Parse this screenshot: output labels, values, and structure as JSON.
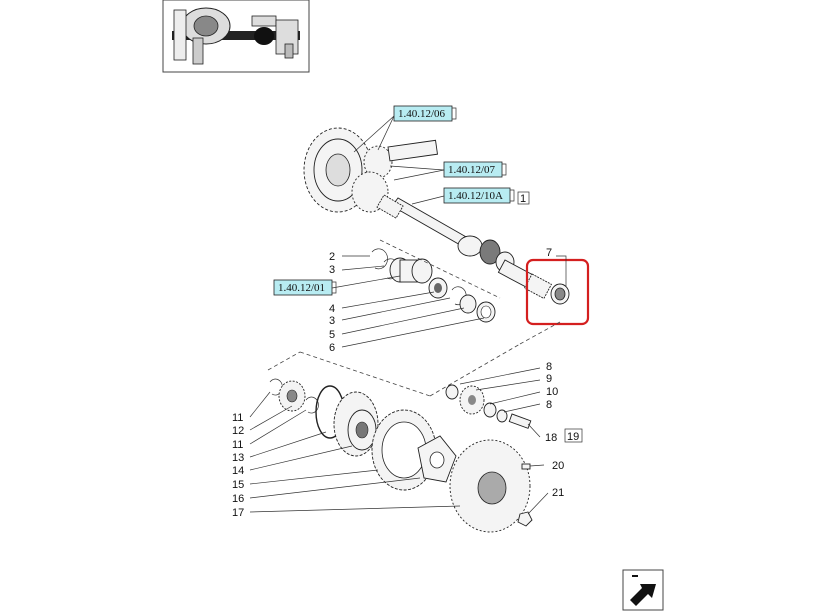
{
  "diagram": {
    "ref_boxes": [
      {
        "label": "1.40.12/06"
      },
      {
        "label": "1.40.12/07"
      },
      {
        "label": "1.40.12/10A"
      },
      {
        "label": "1.40.12/01"
      }
    ],
    "callouts": [
      "1",
      "2",
      "3",
      "4",
      "3",
      "5",
      "6",
      "7",
      "8",
      "9",
      "10",
      "8",
      "18",
      "19",
      "20",
      "21",
      "11",
      "12",
      "11",
      "13",
      "14",
      "15",
      "16",
      "17"
    ],
    "colors": {
      "ref_box_fill": "#b8ecf2",
      "highlight": "#d41f1f"
    },
    "icons": {
      "thumbnail": "axle-assembly-thumbnail-icon",
      "next_page": "next-page-arrow-icon"
    }
  }
}
